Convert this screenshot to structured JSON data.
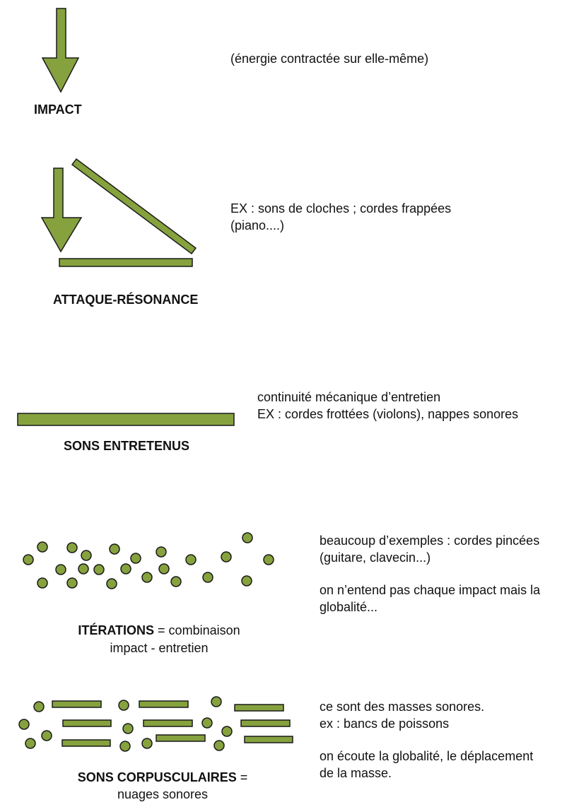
{
  "colors": {
    "fill": "#86A23E",
    "stroke": "#1a1a1a"
  },
  "sections": {
    "impact": {
      "title": "IMPACT",
      "note": "(énergie contractée sur elle-même)"
    },
    "attaque": {
      "title": "ATTAQUE-RÉSONANCE",
      "note_line1": "EX : sons de cloches ; cordes frappées",
      "note_line2": "(piano....)"
    },
    "entretenus": {
      "title": "SONS ENTRETENUS",
      "note_line1": "continuité mécanique d’entretien",
      "note_line2": "EX : cordes frottées (violons), nappes sonores"
    },
    "iterations": {
      "title_bold": "ITÉRATIONS",
      "title_rest": " = combinaison",
      "title_line2": "impact - entretien",
      "note_line1": "beaucoup d’exemples : cordes pincées",
      "note_line2": "(guitare, clavecin...)",
      "note_line3": "on n’entend pas chaque impact mais la",
      "note_line4": "globalité..."
    },
    "corpusculaires": {
      "title_bold": "SONS CORPUSCULAIRES",
      "title_rest": " =",
      "title_line2": "nuages sonores",
      "note_line1": "ce sont des masses sonores.",
      "note_line2": "ex : bancs de poissons",
      "note_line3": "on écoute la globalité, le déplacement",
      "note_line4": "de la masse."
    }
  }
}
